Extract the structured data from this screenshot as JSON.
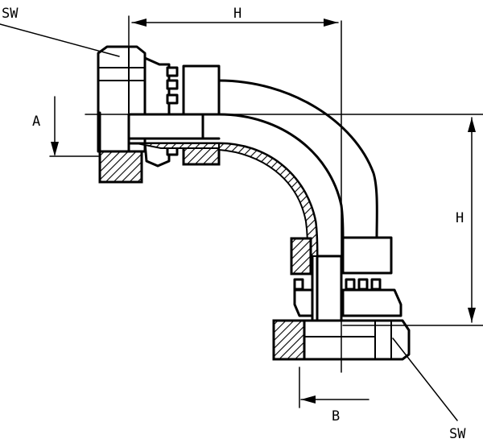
{
  "labels": {
    "sw_top": "SW",
    "sw_bottom": "SW",
    "h_top": "H",
    "h_right": "H",
    "a": "A",
    "b": "B"
  },
  "colors": {
    "ink": "#000000",
    "paper": "#ffffff"
  }
}
